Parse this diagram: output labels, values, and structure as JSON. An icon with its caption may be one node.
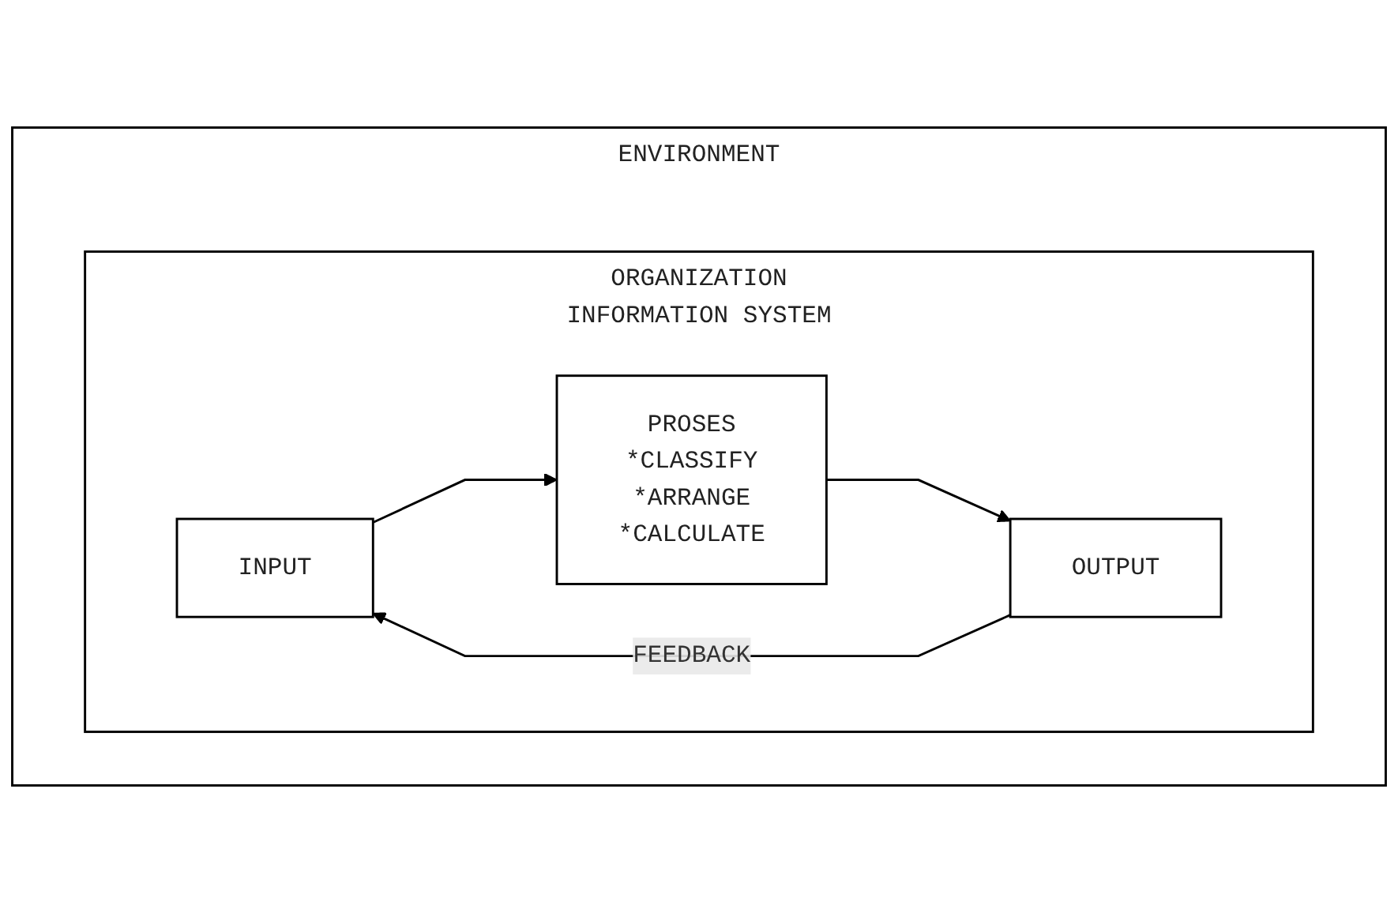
{
  "diagram": {
    "nodes": [
      {
        "text": [
          "ENVIRONMENT"
        ]
      },
      {
        "text": [
          "ORGANIZATION",
          "INFORMATION SYSTEM"
        ],
        "in": 0
      },
      {
        "text": [
          "INPUT"
        ],
        "in": 1
      },
      {
        "text": [
          "PROSES",
          "*CLASSIFY",
          "*ARRANGE",
          "*CALCULATE"
        ],
        "in": 1
      },
      {
        "text": [
          "OUTPUT"
        ],
        "in": 1
      }
    ],
    "edges": [
      {
        "from": 2,
        "to": 3,
        "arrow": "to"
      },
      {
        "from": 3,
        "to": 4,
        "arrow": "to"
      },
      {
        "from": 4,
        "to": 2,
        "arrow": "to",
        "label": "FEEDBACK"
      }
    ]
  }
}
